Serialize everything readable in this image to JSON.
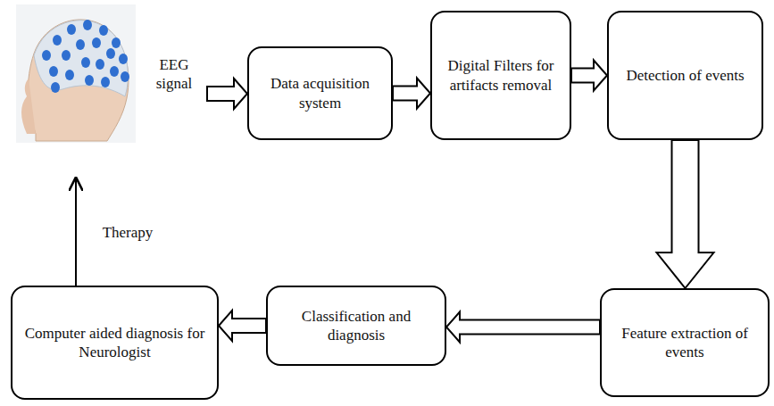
{
  "diagram": {
    "nodes": [
      {
        "text": [
          "Data acquisition system"
        ]
      },
      {
        "text": [
          "Digital Filters for artifacts removal"
        ]
      },
      {
        "text": [
          "Detection of events"
        ]
      },
      {
        "text": [
          "Feature extraction of events"
        ]
      },
      {
        "text": [
          "Classification and diagnosis"
        ]
      },
      {
        "text": [
          "Computer aided diagnosis for Neurologist"
        ]
      }
    ],
    "edges": [
      {
        "from": 0,
        "to": 1,
        "arrow": "to"
      },
      {
        "from": 1,
        "to": 2,
        "arrow": "to"
      },
      {
        "from": 2,
        "to": 3,
        "arrow": "to"
      },
      {
        "from": 3,
        "to": 4,
        "arrow": "to"
      },
      {
        "from": 4,
        "to": 5,
        "arrow": "to"
      }
    ],
    "labels": [
      "EEG signal",
      "Therapy"
    ]
  }
}
